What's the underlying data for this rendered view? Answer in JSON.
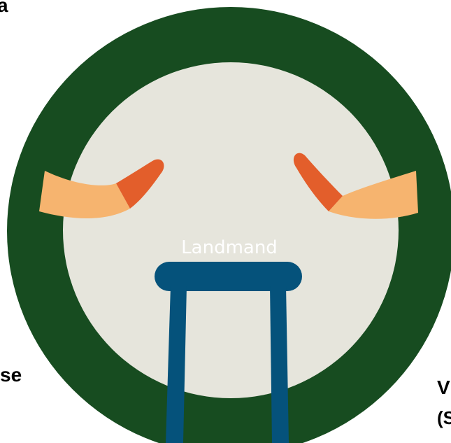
{
  "diagram": {
    "center_label": "Landmand",
    "edge_labels": {
      "top_left": "a",
      "left": "se",
      "right": "V",
      "right_sub": "(S"
    }
  },
  "colors": {
    "outer_ring": "#174c20",
    "inner_disc": "#e6e5dc",
    "stool": "#05527b",
    "arm": "#f6b46f",
    "hand_accent": "#e35e2b",
    "background": "#ffffff"
  }
}
